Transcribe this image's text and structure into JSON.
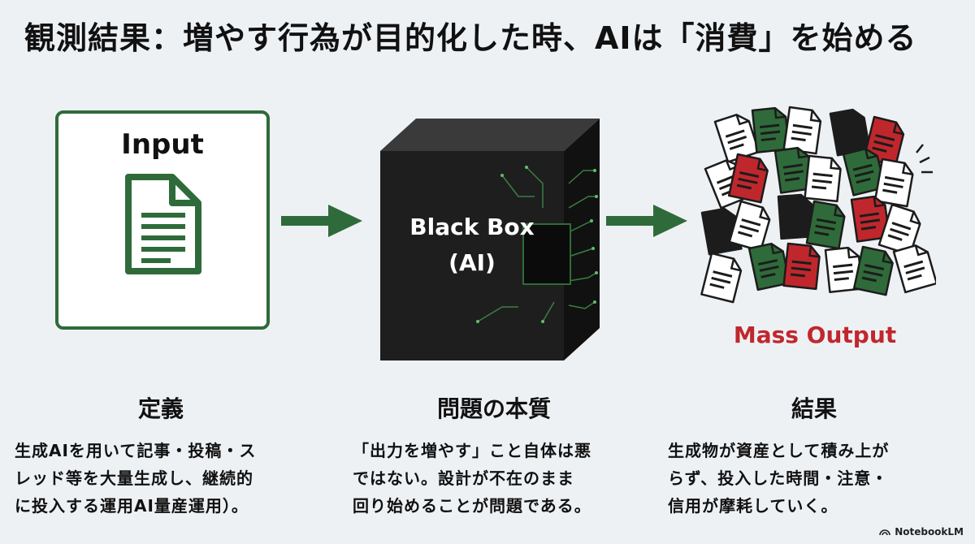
{
  "title": "観測結果：増やす行為が目的化した時、AIは「消費」を始める",
  "input": {
    "label": "Input"
  },
  "black_box": {
    "line1": "Black Box",
    "line2": "(AI)"
  },
  "output": {
    "label": "Mass Output"
  },
  "columns": [
    {
      "heading": "定義",
      "lines": [
        "生成AIを用いて記事・投稿・ス",
        "レッド等を大量生成し、継続的",
        "に投入する運用AI量産運用）。"
      ]
    },
    {
      "heading": "問題の本質",
      "lines": [
        "「出力を増やす」こと自体は悪",
        "ではない。設計が不在のまま",
        "回り始めることが問題である。"
      ]
    },
    {
      "heading": "結果",
      "lines": [
        "生成物が資産として積み上が",
        "らず、投入した時間・注意・",
        "信用が摩耗していく。"
      ]
    }
  ],
  "brand": "NotebookLM",
  "colors": {
    "green": "#2f6b3a",
    "red": "#c0272d",
    "dark": "#1c1c1c"
  }
}
